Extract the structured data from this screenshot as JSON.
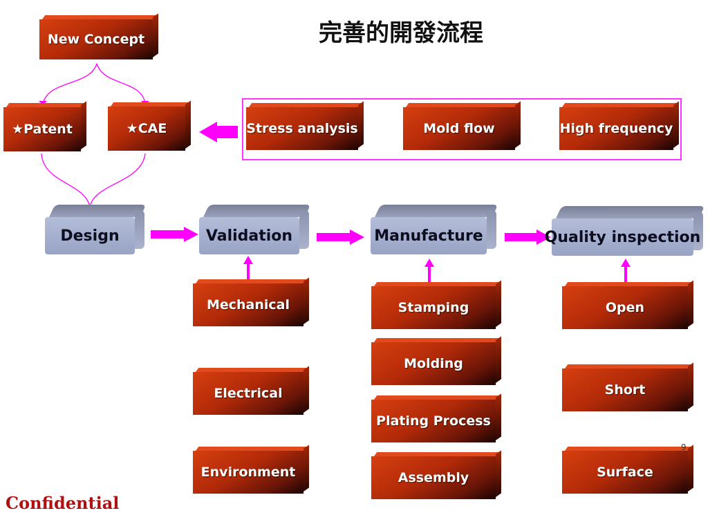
{
  "title": "完善的開發流程",
  "colors": {
    "accent": "#ff00ff",
    "block_red": "#b22a08",
    "process_lavender": "#a6b0cf"
  },
  "nodes": {
    "new_concept": "New Concept",
    "patent": "★Patent",
    "cae": "★CAE",
    "design": "Design",
    "validation": "Validation",
    "manufacture": "Manufacture",
    "quality": "Quality inspection"
  },
  "cae_tools": [
    "Stress analysis",
    "Mold flow",
    "High frequency"
  ],
  "validation_items": [
    "Mechanical",
    "Electrical",
    "Environment"
  ],
  "manufacture_items": [
    "Stamping",
    "Molding",
    "Plating Process",
    "Assembly"
  ],
  "quality_items": [
    "Open",
    "Short",
    "Surface"
  ],
  "footer": {
    "confidential": "Confidential",
    "page": "9"
  }
}
